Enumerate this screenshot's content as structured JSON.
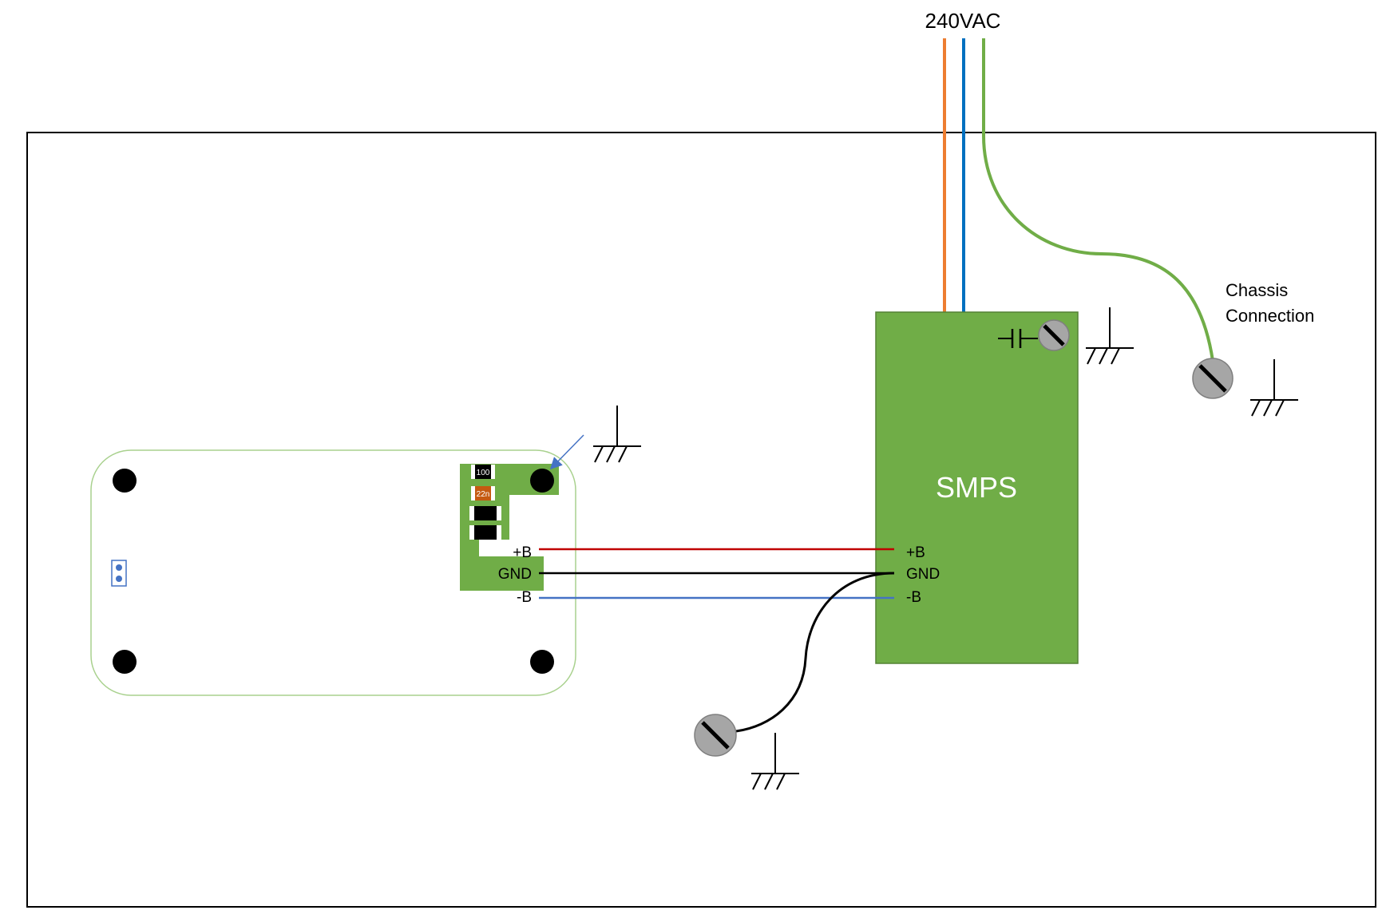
{
  "mains": {
    "label": "240VAC"
  },
  "chassis": {
    "label_line1": "Chassis",
    "label_line2": "Connection"
  },
  "smps": {
    "label": "SMPS",
    "terminals": {
      "pos": "+B",
      "gnd": "GND",
      "neg": "-B"
    }
  },
  "board": {
    "terminals": {
      "pos": "+B",
      "gnd": "GND",
      "neg": "-B"
    },
    "components": {
      "resistor": "100",
      "capacitor": "22n"
    }
  },
  "colors": {
    "enclosure": "#000000",
    "smps_fill": "#70ad47",
    "wire_live": "#ed7d31",
    "wire_neutral": "#0070c0",
    "wire_earth": "#70ad47",
    "wire_pos": "#c00000",
    "wire_gnd": "#000000",
    "wire_neg": "#4472c4",
    "board_outline": "#a9d18e",
    "screw_fill": "#a6a6a6",
    "capacitor_fill": "#c55a11",
    "arrow": "#4472c4"
  }
}
